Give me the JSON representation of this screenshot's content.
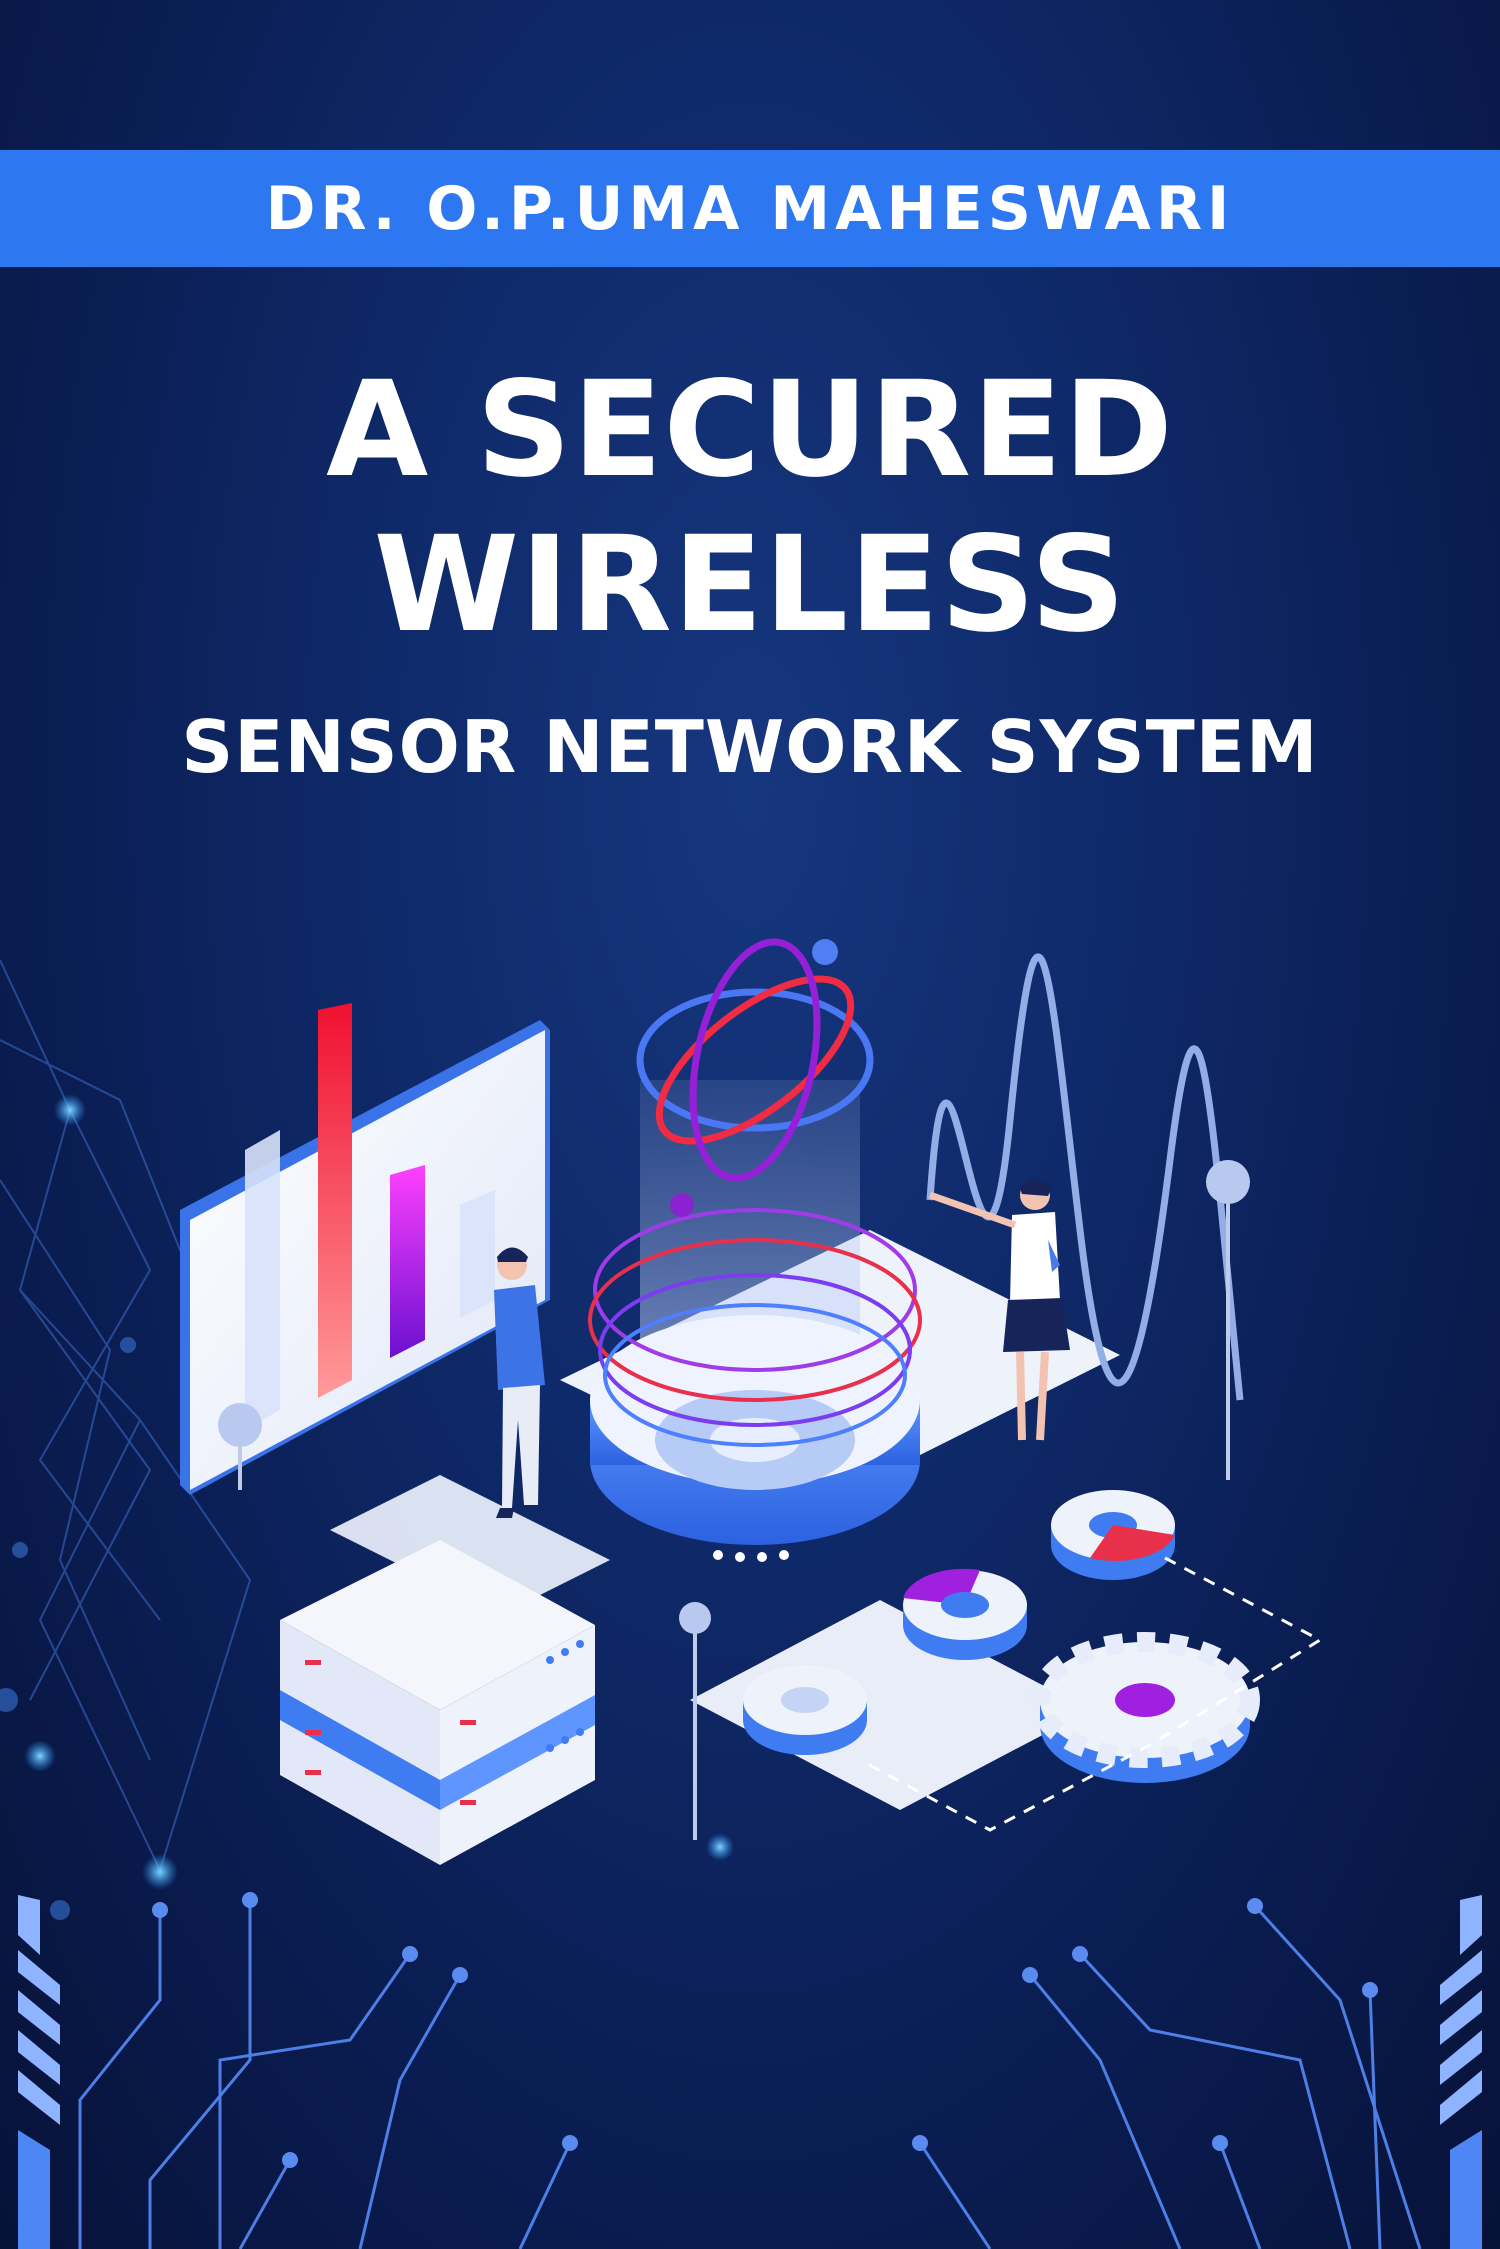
{
  "cover": {
    "author": "DR. O.P.UMA MAHESWARI",
    "title_line1": "A SECURED",
    "title_line2": "WIRELESS",
    "subtitle": "SENSOR NETWORK SYSTEM"
  },
  "colors": {
    "background": "#0f2a6a",
    "author_bar": "#2d78f0",
    "text": "#ffffff",
    "accent_blue": "#3f7cf2",
    "accent_red": "#f0304a",
    "accent_purple": "#a020e0"
  },
  "illustration": {
    "elements": [
      "circuit-network-icon",
      "bar-chart-panel-icon",
      "atom-icon",
      "person-icon",
      "server-stack-icon",
      "donut-chart-icon",
      "gear-icon",
      "waveform-icon"
    ]
  }
}
